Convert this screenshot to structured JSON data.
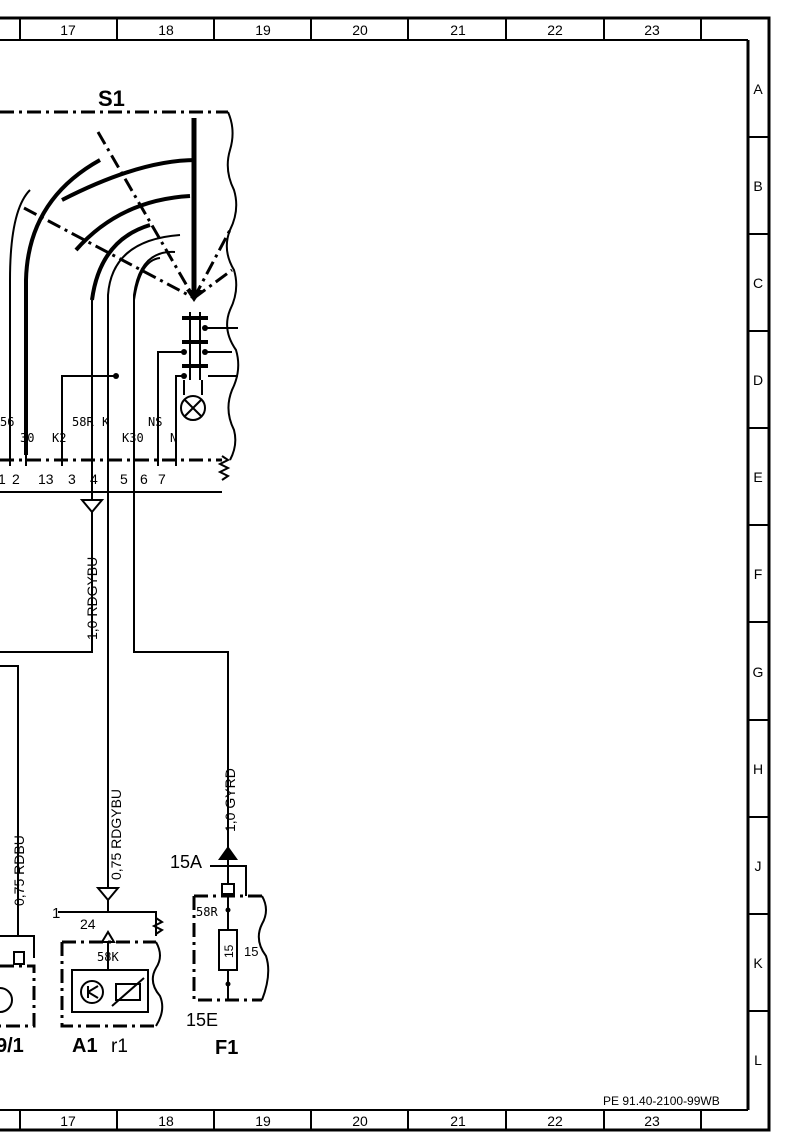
{
  "frame": {
    "columns": [
      "17",
      "18",
      "19",
      "20",
      "21",
      "22",
      "23"
    ],
    "rows": [
      "A",
      "B",
      "C",
      "D",
      "E",
      "F",
      "G",
      "H",
      "J",
      "K",
      "L"
    ],
    "doc_code": "PE 91.40-2100-99WB"
  },
  "components": {
    "s1": {
      "ref": "S1"
    },
    "a1": {
      "ref": "A1",
      "sub": "r1",
      "pin_label": "58K",
      "pin_num": "24",
      "terminal": "1"
    },
    "f1": {
      "ref": "F1",
      "fuse_value": "15",
      "fuse_label": "15",
      "top_terminal": "15A",
      "bottom_terminal": "15E",
      "pin_label": "58R"
    },
    "left_partial": {
      "ref": "9/1"
    }
  },
  "s1_pins": {
    "names": [
      "56",
      "30",
      "K2",
      "58R",
      "K",
      "K30",
      "NS",
      "N"
    ],
    "numbers": [
      "1",
      "2",
      "13",
      "3",
      "4",
      "5",
      "6",
      "7"
    ]
  },
  "wires": {
    "w1": "1,0 RDGYBU",
    "w2": "0,75 RDGYBU",
    "w3": "1,0 GYRD",
    "w4": "0,75 RDBU"
  }
}
